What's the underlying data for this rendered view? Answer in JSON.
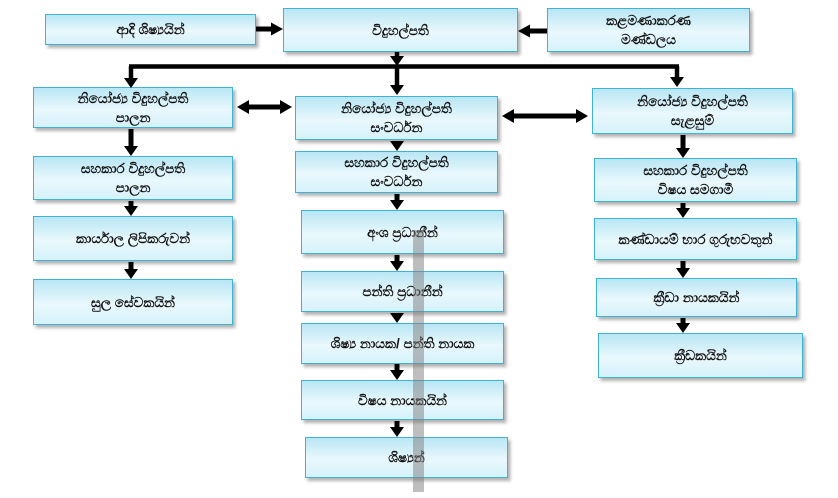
{
  "boxes": {
    "alumni": {
      "lines": [
        "ආදි ශිෂ්‍යයින්"
      ]
    },
    "principal": {
      "lines": [
        "විදුහල්පති"
      ]
    },
    "management": {
      "lines": [
        "කළමණාකරණ",
        "මණ්ඩලය"
      ]
    },
    "left": [
      {
        "lines": [
          "නියෝජ්‍ය විදුහල්පති",
          "පාලන"
        ]
      },
      {
        "lines": [
          "සහකාර විදුහල්පති",
          "පාලන"
        ]
      },
      {
        "lines": [
          "කාර්යාල ලිපිකරුවන්"
        ]
      },
      {
        "lines": [
          "සුල සේවකයින්"
        ]
      }
    ],
    "center": [
      {
        "lines": [
          "නියෝජ්‍ය විදුහල්පති",
          "සංවර්ධන"
        ]
      },
      {
        "lines": [
          "සහකාර විදුහල්පති",
          "සංවර්ධන"
        ]
      },
      {
        "lines": [
          "අංශ ප්‍රධානීන්"
        ]
      },
      {
        "lines": [
          "පන්ති ප්‍රධානීන්"
        ]
      },
      {
        "lines": [
          "ශිෂ්‍ය නායක/ පන්ති නායක"
        ]
      },
      {
        "lines": [
          "විෂය නායකයින්"
        ]
      },
      {
        "lines": [
          "ශිෂ්‍යන්"
        ]
      }
    ],
    "right": [
      {
        "lines": [
          "නියෝජ්‍ය විදුහල්පති",
          "සැළසුම්"
        ]
      },
      {
        "lines": [
          "සහකාර විදුහල්පති",
          "විෂය සමගාමී"
        ]
      },
      {
        "lines": [
          "කණ්ඩායම් භාර ගුරුභවතුන්"
        ]
      },
      {
        "lines": [
          "ක්‍රීඩා නායකයින්"
        ]
      },
      {
        "lines": [
          "ක්‍රීඩකයින්"
        ]
      }
    ]
  },
  "edges": [
    [
      "alumni",
      "principal",
      "arrow-right"
    ],
    [
      "management-board",
      "principal",
      "arrow-left"
    ],
    [
      "principal",
      "deputy-admin",
      "arrow-down"
    ],
    [
      "principal",
      "deputy-development",
      "arrow-down"
    ],
    [
      "principal",
      "deputy-planning",
      "arrow-down"
    ],
    [
      "deputy-admin",
      "deputy-development",
      "double-arrow"
    ],
    [
      "deputy-development",
      "deputy-planning",
      "double-arrow"
    ],
    [
      "deputy-admin",
      "assistant-admin",
      "arrow-down"
    ],
    [
      "assistant-admin",
      "office-clerks",
      "arrow-down"
    ],
    [
      "office-clerks",
      "minor-staff",
      "arrow-down"
    ],
    [
      "deputy-development",
      "assistant-development",
      "arrow-down"
    ],
    [
      "assistant-development",
      "section-heads",
      "arrow-down"
    ],
    [
      "section-heads",
      "class-heads",
      "arrow-down"
    ],
    [
      "class-heads",
      "prefects-class-leaders",
      "arrow-down"
    ],
    [
      "prefects-class-leaders",
      "subject-leaders",
      "arrow-down"
    ],
    [
      "subject-leaders",
      "students",
      "arrow-down"
    ],
    [
      "deputy-planning",
      "assistant-cocurricular",
      "arrow-down"
    ],
    [
      "assistant-cocurricular",
      "team-in-charge-teachers",
      "arrow-down"
    ],
    [
      "team-in-charge-teachers",
      "sports-captains",
      "arrow-down"
    ],
    [
      "sports-captains",
      "players",
      "arrow-down"
    ]
  ],
  "style_tokens": {
    "box_border": "#3fb3d4",
    "box_fill_top": "#b9e6f4",
    "box_fill_light": "#e9f8fd",
    "box_fill_bottom": "#d6f2fb",
    "arrow_color": "#000000",
    "overlay_bar_color": "#7d7d7d"
  }
}
